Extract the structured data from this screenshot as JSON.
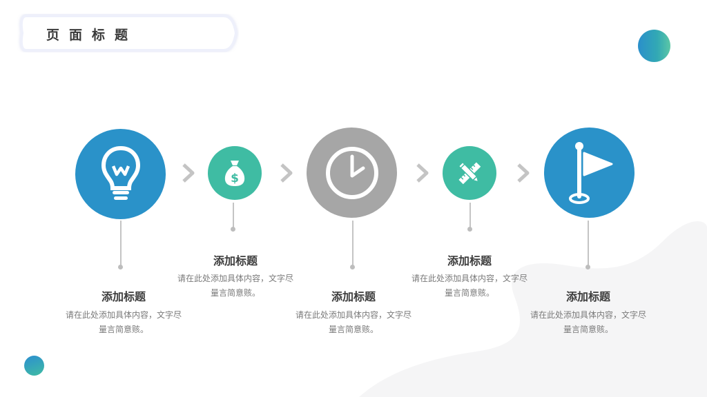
{
  "slide": {
    "title": "页面标题",
    "colors": {
      "blue": "#2a92c9",
      "teal": "#3fbca3",
      "gray": "#a6a6a6",
      "text": "#3d3d3d"
    },
    "steps": [
      {
        "icon": "lightbulb-icon",
        "color": "#2a92c9",
        "title": "添加标题",
        "body": "请在此处添加具体内容，文字尽量言简意赅。"
      },
      {
        "icon": "money-bag-icon",
        "color": "#3fbca3",
        "title": "添加标题",
        "body": "请在此处添加具体内容，文字尽量言简意赅。"
      },
      {
        "icon": "clock-icon",
        "color": "#a6a6a6",
        "title": "添加标题",
        "body": "请在此处添加具体内容，文字尽量言简意赅。"
      },
      {
        "icon": "pencil-ruler-icon",
        "color": "#3fbca3",
        "title": "添加标题",
        "body": "请在此处添加具体内容，文字尽量言简意赅。"
      },
      {
        "icon": "flag-icon",
        "color": "#2a92c9",
        "title": "添加标题",
        "body": "请在此处添加具体内容，文字尽量言简意赅。"
      }
    ]
  }
}
